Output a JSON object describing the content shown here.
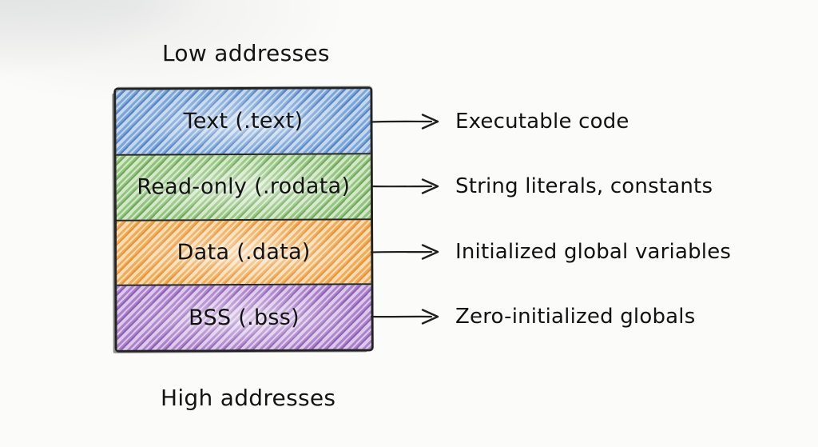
{
  "diagram": {
    "top_label": "Low addresses",
    "bottom_label": "High addresses",
    "ink_color": "#232323",
    "segments": [
      {
        "id": "text",
        "label": "Text (.text)",
        "description": "Executable code",
        "fill_mid": "#7ba6d8",
        "fill_dark": "#5584c4",
        "fill_light": "#c3d6ec"
      },
      {
        "id": "rodata",
        "label": "Read-only (.rodata)",
        "description": "String literals, constants",
        "fill_mid": "#93c47f",
        "fill_dark": "#6da85a",
        "fill_light": "#d2e7c6"
      },
      {
        "id": "data",
        "label": "Data (.data)",
        "description": "Initialized global variables",
        "fill_mid": "#f2ab56",
        "fill_dark": "#e8923a",
        "fill_light": "#f8ddb4"
      },
      {
        "id": "bss",
        "label": "BSS (.bss)",
        "description": "Zero-initialized globals",
        "fill_mid": "#ab82cb",
        "fill_dark": "#8f5fb5",
        "fill_light": "#dcc8e8"
      }
    ]
  }
}
